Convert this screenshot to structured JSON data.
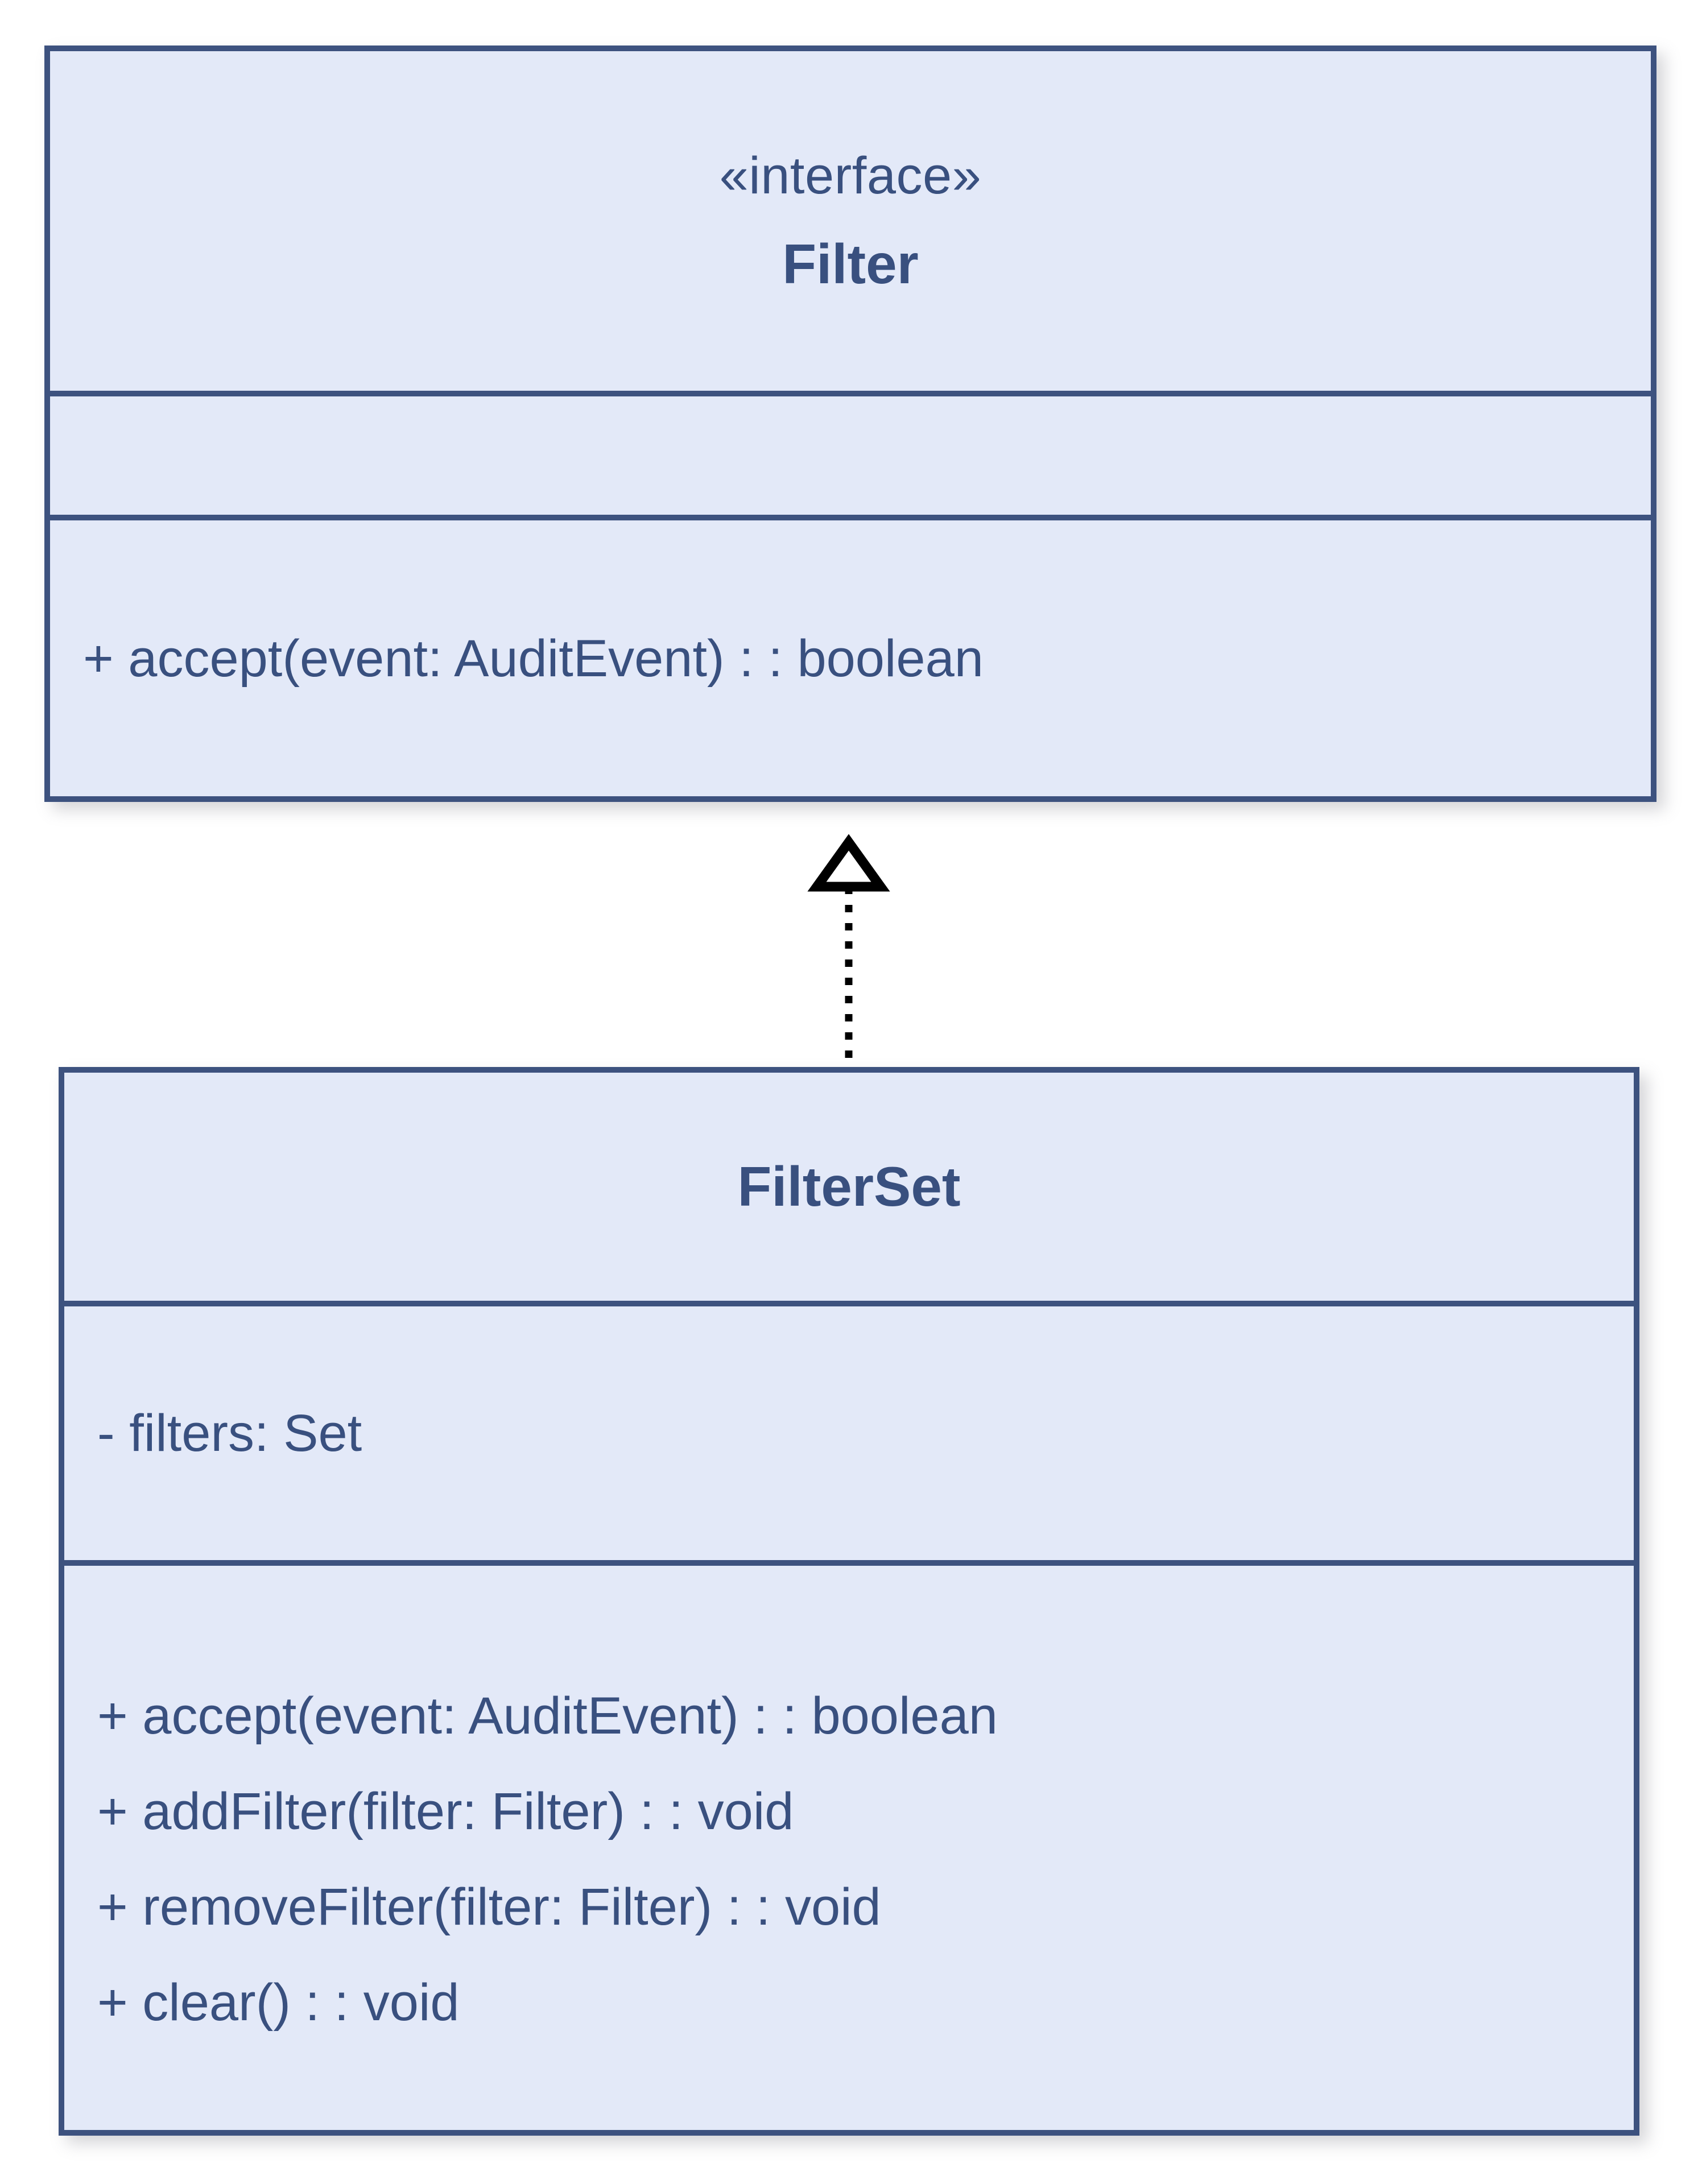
{
  "diagram": {
    "type": "uml-class-diagram",
    "background_color": "#ffffff",
    "box_fill_color": "#e3e9f8",
    "box_border_color": "#3d527f",
    "text_color": "#39507f",
    "connector_color": "#000000"
  },
  "classes": [
    {
      "id": "filter",
      "stereotype": "«interface»",
      "name": "Filter",
      "attributes": [],
      "operations": [
        "+ accept(event: AuditEvent) : : boolean"
      ]
    },
    {
      "id": "filterset",
      "stereotype": "",
      "name": "FilterSet",
      "attributes": [
        "- filters: Set"
      ],
      "operations": [
        "+ accept(event: AuditEvent) : : boolean",
        "+ addFilter(filter: Filter) : : void",
        "+ removeFilter(filter: Filter) : : void",
        "+ clear() : : void"
      ]
    }
  ],
  "relationships": [
    {
      "kind": "realization",
      "source": "FilterSet",
      "target": "Filter",
      "line_style": "dotted",
      "arrow_head": "hollow-triangle"
    }
  ]
}
